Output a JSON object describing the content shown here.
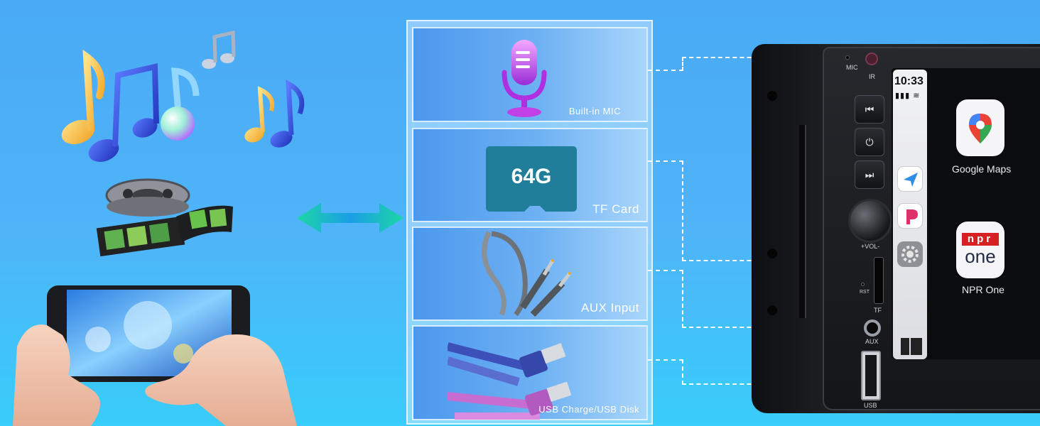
{
  "features": [
    {
      "label": "Built-in MIC",
      "icon": "microphone-icon"
    },
    {
      "label": "TF Card",
      "icon": "sd-card-icon",
      "card_text": "64G"
    },
    {
      "label": "AUX Input",
      "icon": "aux-cable-icon"
    },
    {
      "label": "USB Charge/USB Disk",
      "icon": "usb-cable-icon"
    }
  ],
  "head_unit": {
    "mic_label": "MIC",
    "ir_label": "IR",
    "vol_label": "+VOL-",
    "rst_label": "RST",
    "tf_label": "TF",
    "aux_label": "AUX",
    "usb_label": "USB",
    "time": "10:33",
    "apps": [
      {
        "label": "Google Maps",
        "icon": "google-maps-icon"
      },
      {
        "label": "NPR One",
        "icon": "npr-one-icon",
        "logo_top": "npr",
        "logo_bottom": "one"
      }
    ]
  },
  "colors": {
    "background": "#4aaaf6",
    "arrow": "#1fd2a4",
    "card": "#4c98ee",
    "sd_card": "#1f7f9a"
  }
}
